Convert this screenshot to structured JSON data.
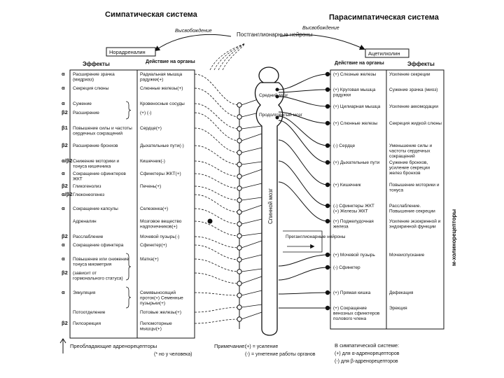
{
  "titles": {
    "sympathetic": "Симпатическая система",
    "parasympathetic": "Парасимпатическая система",
    "release_left": "Высвобождение",
    "release_right": "Высвобождение",
    "postganglionic": "Постганглионарные нейроны",
    "noradrenaline": "Норадреналин",
    "acetylcholine": "Ацетилхолин",
    "effects": "Эффекты",
    "action_on_organs": "Действие на органы"
  },
  "sympathetic_rows": [
    {
      "receptor": "α",
      "effect": "Расширение зрачка (мидриаз)",
      "organ": "Радиальная мышца радужки(+)"
    },
    {
      "receptor": "α",
      "effect": "Секреция слюны",
      "organ": "Слюнные железы(+)"
    },
    {
      "receptor": "α",
      "effect": "Сужение",
      "organ": "Кровеносные сосуды"
    },
    {
      "receptor": "β2",
      "effect": "Расширение",
      "organ": "(+) (-)"
    },
    {
      "receptor": "β1",
      "effect": "Повышение силы и частоты сердечных сокращений",
      "organ": "Сердце(+)"
    },
    {
      "receptor": "β2",
      "effect": "Расширение бронхов",
      "organ": "Дыхательные пути(-)"
    },
    {
      "receptor": "α/β2",
      "effect": "Снижение моторики и тонуса кишечника",
      "organ": "Кишечник(-)"
    },
    {
      "receptor": "α",
      "effect": "Сокращение сфинктеров ЖКТ",
      "organ": "Сфинктеры ЖКТ(+)"
    },
    {
      "receptor": "β2",
      "effect": "Гликогенолиз",
      "organ": "Печень(+)"
    },
    {
      "receptor": "α/β2",
      "effect": "Глюконеогенез",
      "organ": ""
    },
    {
      "receptor": "α",
      "effect": "Сокращение капсулы",
      "organ": "Селезенка(+)"
    },
    {
      "receptor": "",
      "effect": "Адреналин",
      "organ": "Мозговое вещество надпочечников(+)"
    },
    {
      "receptor": "β2",
      "effect": "Расслабление",
      "organ": "Мочевой пузырь(-)"
    },
    {
      "receptor": "α",
      "effect": "Сокращение сфинктера",
      "organ": "Сфинктер(+)"
    },
    {
      "receptor": "α",
      "effect": "Повышение или снижение тонуса миометрия",
      "organ": "Матка(+)"
    },
    {
      "receptor": "β2",
      "effect": "(зависит от гормонального статуса)",
      "organ": ""
    },
    {
      "receptor": "α",
      "effect": "Эякуляция",
      "organ": "Семявыносящий проток(+) Семенные пузырьки(+)"
    },
    {
      "receptor": "",
      "effect": "Потоотделение",
      "organ": "Потовые железы(+)"
    },
    {
      "receptor": "β2",
      "effect": "Пилоэрекция",
      "organ": "Пиломоторные мышцы(+)"
    }
  ],
  "parasympathetic_rows": [
    {
      "organ": "(+) Слезные железы",
      "effect": "Усиление секреции"
    },
    {
      "organ": "(+) Круговая мышца радужки",
      "effect": "Сужение зрачка (миоз)"
    },
    {
      "organ": "(+) Цилиарная мышца",
      "effect": "Усиление аккомодации"
    },
    {
      "organ": "(+) Слюнные железы",
      "effect": "Секреция жидкой слюны"
    },
    {
      "organ": "(-) Сердце",
      "effect": "Уменьшение силы и частоты сердечных сокращений"
    },
    {
      "organ": "(+) Дыхательные пути",
      "effect": "Сужение бронхов, усиление секреции желез бронхов"
    },
    {
      "organ": "(+) Кишечник",
      "effect": "Повышение моторики и тонуса"
    },
    {
      "organ": "(-) Сфинктеры ЖКТ (+) Железы ЖКТ",
      "effect": "Расслабление. Повышение секреции"
    },
    {
      "organ": "(+) Поджелудочная железа",
      "effect": "Усиление экзокринной и эндокринной функции"
    },
    {
      "organ": "(+) Мочевой пузырь",
      "effect": "Мочеиспускание"
    },
    {
      "organ": "(-) Сфинктер",
      "effect": ""
    },
    {
      "organ": "(+) Прямая кишка",
      "effect": "Дефекация"
    },
    {
      "organ": "(+) Сокращение венозных сфинктеров полового члена",
      "effect": "Эрекция"
    }
  ],
  "cns": {
    "midbrain": "Средний мозг",
    "medulla": "Продолговатый мозг",
    "spinal_cord": "Спинной мозг",
    "preganglionic": "Преганглионарные нейроны"
  },
  "side_label": "м-холинорецепторы",
  "footer": {
    "adrenoreceptors": "Преобладающие адренорецепторы",
    "human_only": "(* но у человека)",
    "note_label": "Примечание:",
    "note_plus": "(+) = усиление",
    "note_minus": "(-) = угнетение работы органов",
    "symp_title": "В симпатической системе:",
    "symp_alpha": "(+) для α-адренорецепторов",
    "symp_beta": "(-) для β-адренорецепторов"
  }
}
